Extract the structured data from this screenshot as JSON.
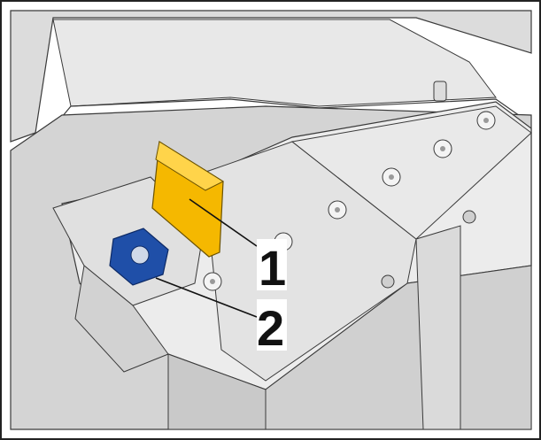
{
  "colors": {
    "background": "#ffffff",
    "border": "#222222",
    "line_art": "#3a3a3a",
    "housing_light": "#ececec",
    "housing_mid": "#d6d6d6",
    "housing_dark": "#b9b9b9",
    "highlight_part_1": "#f5b800",
    "highlight_part_2": "#1f4fa8"
  },
  "callouts": [
    {
      "id": "1",
      "label": "1",
      "part": "terminal-cover",
      "color": "highlight_part_1"
    },
    {
      "id": "2",
      "label": "2",
      "part": "terminal-clamp-nut",
      "color": "highlight_part_2"
    }
  ]
}
